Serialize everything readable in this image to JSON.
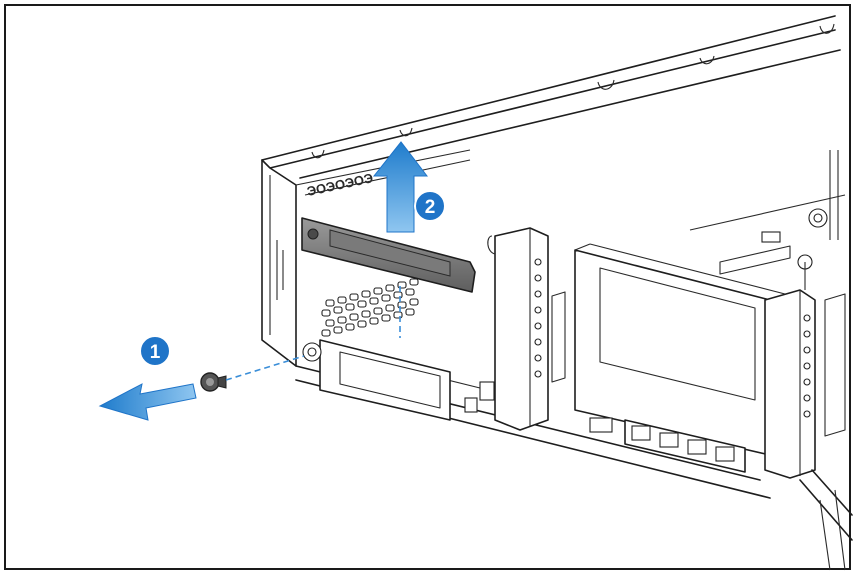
{
  "callouts": {
    "step1": "1",
    "step2": "2"
  },
  "stamped_text": "ЭОЭОЭОЭ",
  "colors": {
    "arrow_blue": "#2b8ad6",
    "callout_blue": "#1f74c8",
    "bracket_gray": "#6e6e6e",
    "line": "#1e1e1e"
  },
  "icons": {
    "arrow_left": "arrow-left-icon",
    "arrow_up": "arrow-up-icon",
    "screw": "screw-icon"
  }
}
